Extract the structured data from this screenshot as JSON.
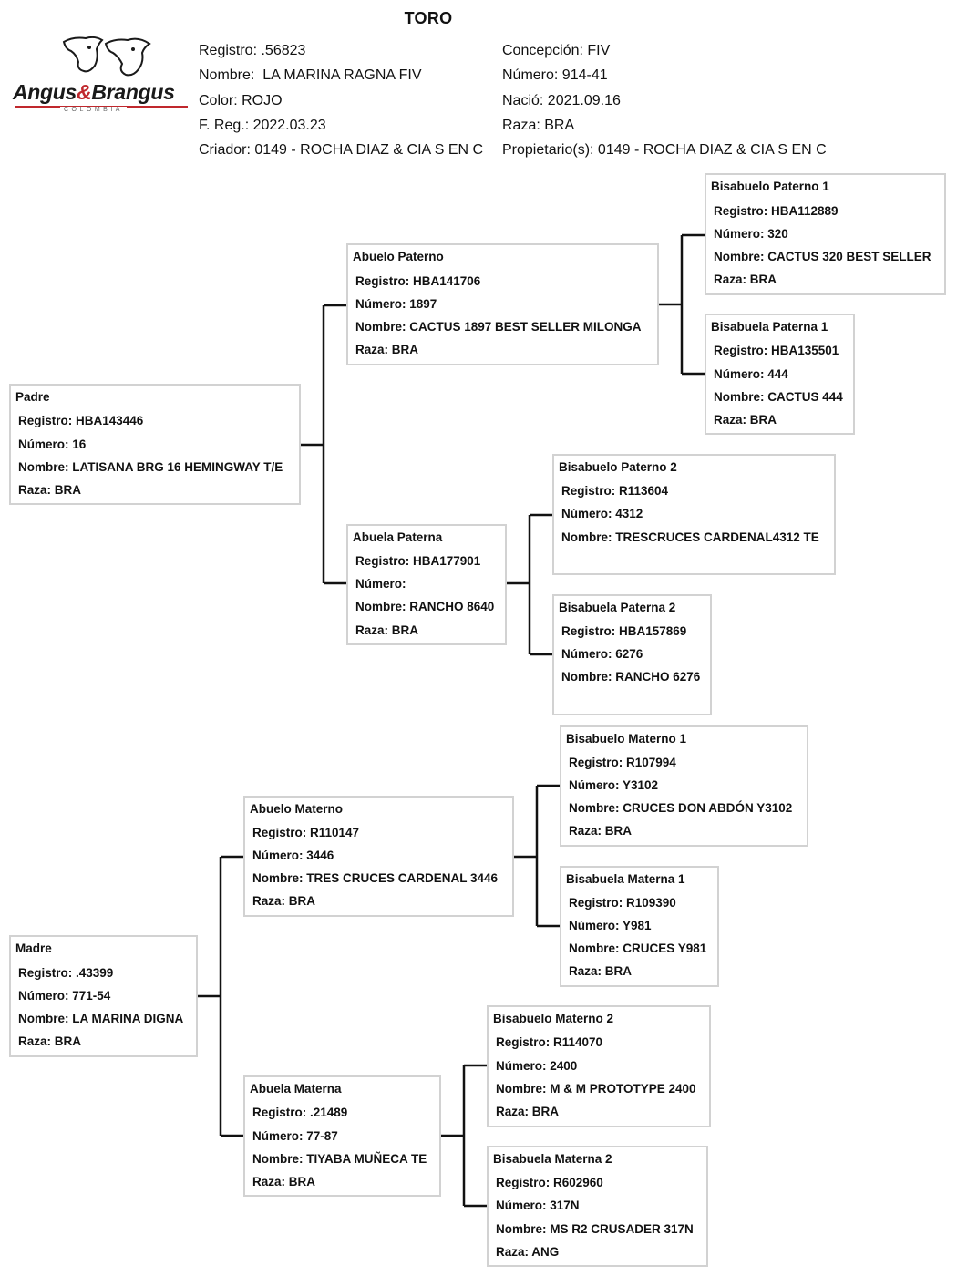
{
  "title": "TORO",
  "logo": {
    "brand_left": "Angus",
    "brand_amp": "&",
    "brand_right": "Brangus",
    "country": "COLOMBIA"
  },
  "header": {
    "registro": "Registro: .56823",
    "nombre": "Nombre:  LA MARINA RAGNA FIV",
    "color": "Color: ROJO",
    "f_reg": "F. Reg.: 2022.03.23",
    "criador": "Criador: 0149 - ROCHA DIAZ & CIA S EN C",
    "concepcion": "Concepción: FIV",
    "numero": "Número: 914-41",
    "nacio": "Nació: 2021.09.16",
    "raza": "Raza: BRA",
    "propietario": "Propietario(s): 0149 - ROCHA DIAZ & CIA S EN C"
  },
  "pedigree": {
    "padre": {
      "title": "Padre",
      "lines": [
        "Registro: HBA143446",
        "Número: 16",
        "Nombre: LATISANA BRG 16 HEMINGWAY T/E",
        "Raza: BRA"
      ]
    },
    "abuelo_paterno": {
      "title": "Abuelo Paterno",
      "lines": [
        "Registro: HBA141706",
        "Número: 1897",
        "Nombre: CACTUS 1897 BEST SELLER MILONGA",
        "Raza: BRA"
      ]
    },
    "bisabuelo_paterno_1": {
      "title": "Bisabuelo Paterno 1",
      "lines": [
        "Registro: HBA112889",
        "Número: 320",
        "Nombre: CACTUS 320 BEST SELLER",
        "Raza: BRA"
      ]
    },
    "bisabuela_paterna_1": {
      "title": "Bisabuela Paterna 1",
      "lines": [
        "Registro: HBA135501",
        "Número: 444",
        "Nombre: CACTUS 444",
        "Raza: BRA"
      ]
    },
    "abuela_paterna": {
      "title": "Abuela Paterna",
      "lines": [
        "Registro: HBA177901",
        "Número:",
        "Nombre: RANCHO 8640",
        "Raza: BRA"
      ]
    },
    "bisabuelo_paterno_2": {
      "title": "Bisabuelo Paterno 2",
      "lines": [
        "Registro: R113604",
        "Número: 4312",
        "Nombre: TRESCRUCES CARDENAL4312 TE"
      ]
    },
    "bisabuela_paterna_2": {
      "title": "Bisabuela Paterna 2",
      "lines": [
        "Registro: HBA157869",
        "Número: 6276",
        "Nombre: RANCHO 6276"
      ]
    },
    "madre": {
      "title": "Madre",
      "lines": [
        "Registro: .43399",
        "Número: 771-54",
        "Nombre: LA MARINA DIGNA",
        "Raza: BRA"
      ]
    },
    "abuelo_materno": {
      "title": "Abuelo Materno",
      "lines": [
        "Registro: R110147",
        "Número: 3446",
        "Nombre: TRES CRUCES CARDENAL 3446",
        "Raza: BRA"
      ]
    },
    "bisabuelo_materno_1": {
      "title": "Bisabuelo Materno 1",
      "lines": [
        "Registro: R107994",
        "Número: Y3102",
        "Nombre: CRUCES DON ABDÓN Y3102",
        "Raza: BRA"
      ]
    },
    "bisabuela_materna_1": {
      "title": "Bisabuela Materna 1",
      "lines": [
        "Registro: R109390",
        "Número: Y981",
        "Nombre: CRUCES Y981",
        "Raza: BRA"
      ]
    },
    "abuela_materna": {
      "title": "Abuela Materna",
      "lines": [
        "Registro: .21489",
        "Número: 77-87",
        "Nombre: TIYABA MUÑECA TE",
        "Raza: BRA"
      ]
    },
    "bisabuelo_materno_2": {
      "title": "Bisabuelo Materno 2",
      "lines": [
        "Registro: R114070",
        "Número: 2400",
        "Nombre: M & M PROTOTYPE 2400",
        "Raza: BRA"
      ]
    },
    "bisabuela_materna_2": {
      "title": "Bisabuela Materna 2",
      "lines": [
        "Registro: R602960",
        "Número: 317N",
        "Nombre: MS R2 CRUSADER 317N",
        "Raza: ANG"
      ]
    }
  }
}
